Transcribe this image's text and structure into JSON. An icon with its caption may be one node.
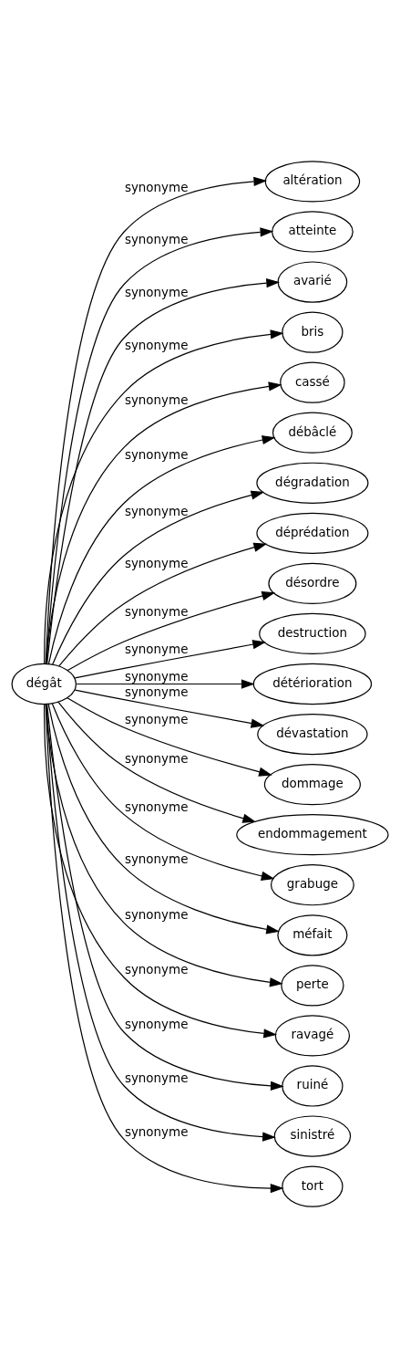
{
  "diagram": {
    "nodes": [
      {
        "text": [
          "dégât"
        ]
      },
      {
        "text": [
          "altération"
        ]
      },
      {
        "text": [
          "atteinte"
        ]
      },
      {
        "text": [
          "avarié"
        ]
      },
      {
        "text": [
          "bris"
        ]
      },
      {
        "text": [
          "cassé"
        ]
      },
      {
        "text": [
          "débâclé"
        ]
      },
      {
        "text": [
          "dégradation"
        ]
      },
      {
        "text": [
          "déprédation"
        ]
      },
      {
        "text": [
          "désordre"
        ]
      },
      {
        "text": [
          "destruction"
        ]
      },
      {
        "text": [
          "détérioration"
        ]
      },
      {
        "text": [
          "dévastation"
        ]
      },
      {
        "text": [
          "dommage"
        ]
      },
      {
        "text": [
          "endommagement"
        ]
      },
      {
        "text": [
          "grabuge"
        ]
      },
      {
        "text": [
          "méfait"
        ]
      },
      {
        "text": [
          "perte"
        ]
      },
      {
        "text": [
          "ravagé"
        ]
      },
      {
        "text": [
          "ruiné"
        ]
      },
      {
        "text": [
          "sinistré"
        ]
      },
      {
        "text": [
          "tort"
        ]
      }
    ],
    "edges": [
      {
        "from": 0,
        "to": 1,
        "arrow": "to",
        "label": "synonyme"
      },
      {
        "from": 0,
        "to": 2,
        "arrow": "to",
        "label": "synonyme"
      },
      {
        "from": 0,
        "to": 3,
        "arrow": "to",
        "label": "synonyme"
      },
      {
        "from": 0,
        "to": 4,
        "arrow": "to",
        "label": "synonyme"
      },
      {
        "from": 0,
        "to": 5,
        "arrow": "to",
        "label": "synonyme"
      },
      {
        "from": 0,
        "to": 6,
        "arrow": "to",
        "label": "synonyme"
      },
      {
        "from": 0,
        "to": 7,
        "arrow": "to",
        "label": "synonyme"
      },
      {
        "from": 0,
        "to": 8,
        "arrow": "to",
        "label": "synonyme"
      },
      {
        "from": 0,
        "to": 9,
        "arrow": "to",
        "label": "synonyme"
      },
      {
        "from": 0,
        "to": 10,
        "arrow": "to",
        "label": "synonyme"
      },
      {
        "from": 0,
        "to": 11,
        "arrow": "to",
        "label": "synonyme"
      },
      {
        "from": 0,
        "to": 12,
        "arrow": "to",
        "label": "synonyme"
      },
      {
        "from": 0,
        "to": 13,
        "arrow": "to",
        "label": "synonyme"
      },
      {
        "from": 0,
        "to": 14,
        "arrow": "to",
        "label": "synonyme"
      },
      {
        "from": 0,
        "to": 15,
        "arrow": "to",
        "label": "synonyme"
      },
      {
        "from": 0,
        "to": 16,
        "arrow": "to",
        "label": "synonyme"
      },
      {
        "from": 0,
        "to": 17,
        "arrow": "to",
        "label": "synonyme"
      },
      {
        "from": 0,
        "to": 18,
        "arrow": "to",
        "label": "synonyme"
      },
      {
        "from": 0,
        "to": 19,
        "arrow": "to",
        "label": "synonyme"
      },
      {
        "from": 0,
        "to": 20,
        "arrow": "to",
        "label": "synonyme"
      },
      {
        "from": 0,
        "to": 21,
        "arrow": "to",
        "label": "synonyme"
      }
    ]
  }
}
